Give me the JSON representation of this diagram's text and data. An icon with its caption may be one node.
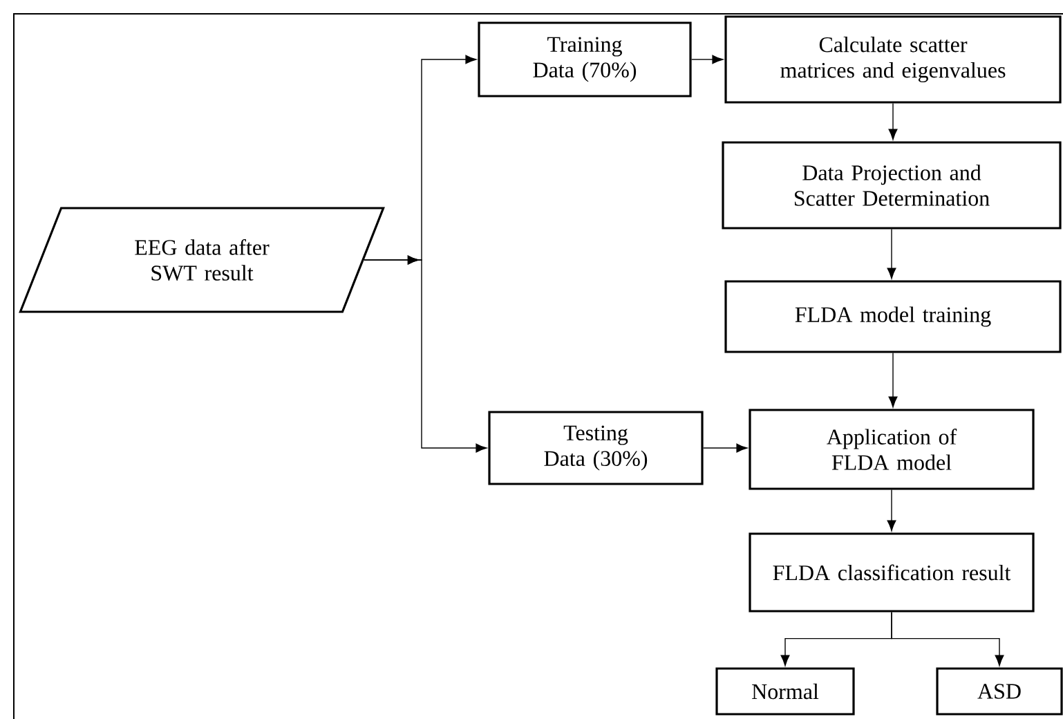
{
  "diagram": {
    "nodes": [
      {
        "text": [
          "EEG data after SWT result"
        ]
      },
      {
        "text": [
          "Training Data (70%)"
        ]
      },
      {
        "text": [
          "Calculate scatter matrices and eigenvalues"
        ]
      },
      {
        "text": [
          "Data Projection and Scatter Determination"
        ]
      },
      {
        "text": [
          "FLDA model training"
        ]
      },
      {
        "text": [
          "Testing Data (30%)"
        ]
      },
      {
        "text": [
          "Application of FLDA model"
        ]
      },
      {
        "text": [
          "FLDA classification result"
        ]
      },
      {
        "text": [
          "Normal"
        ]
      },
      {
        "text": [
          "ASD"
        ]
      }
    ],
    "edges": [
      {
        "from": 0,
        "to": 1,
        "arrow": "to"
      },
      {
        "from": 0,
        "to": 5,
        "arrow": "to"
      },
      {
        "from": 1,
        "to": 2,
        "arrow": "to"
      },
      {
        "from": 2,
        "to": 3,
        "arrow": "to"
      },
      {
        "from": 3,
        "to": 4,
        "arrow": "to"
      },
      {
        "from": 4,
        "to": 6,
        "arrow": "to"
      },
      {
        "from": 5,
        "to": 6,
        "arrow": "to"
      },
      {
        "from": 6,
        "to": 7,
        "arrow": "to"
      },
      {
        "from": 7,
        "to": 8,
        "arrow": "to"
      },
      {
        "from": 7,
        "to": 9,
        "arrow": "to"
      }
    ]
  }
}
